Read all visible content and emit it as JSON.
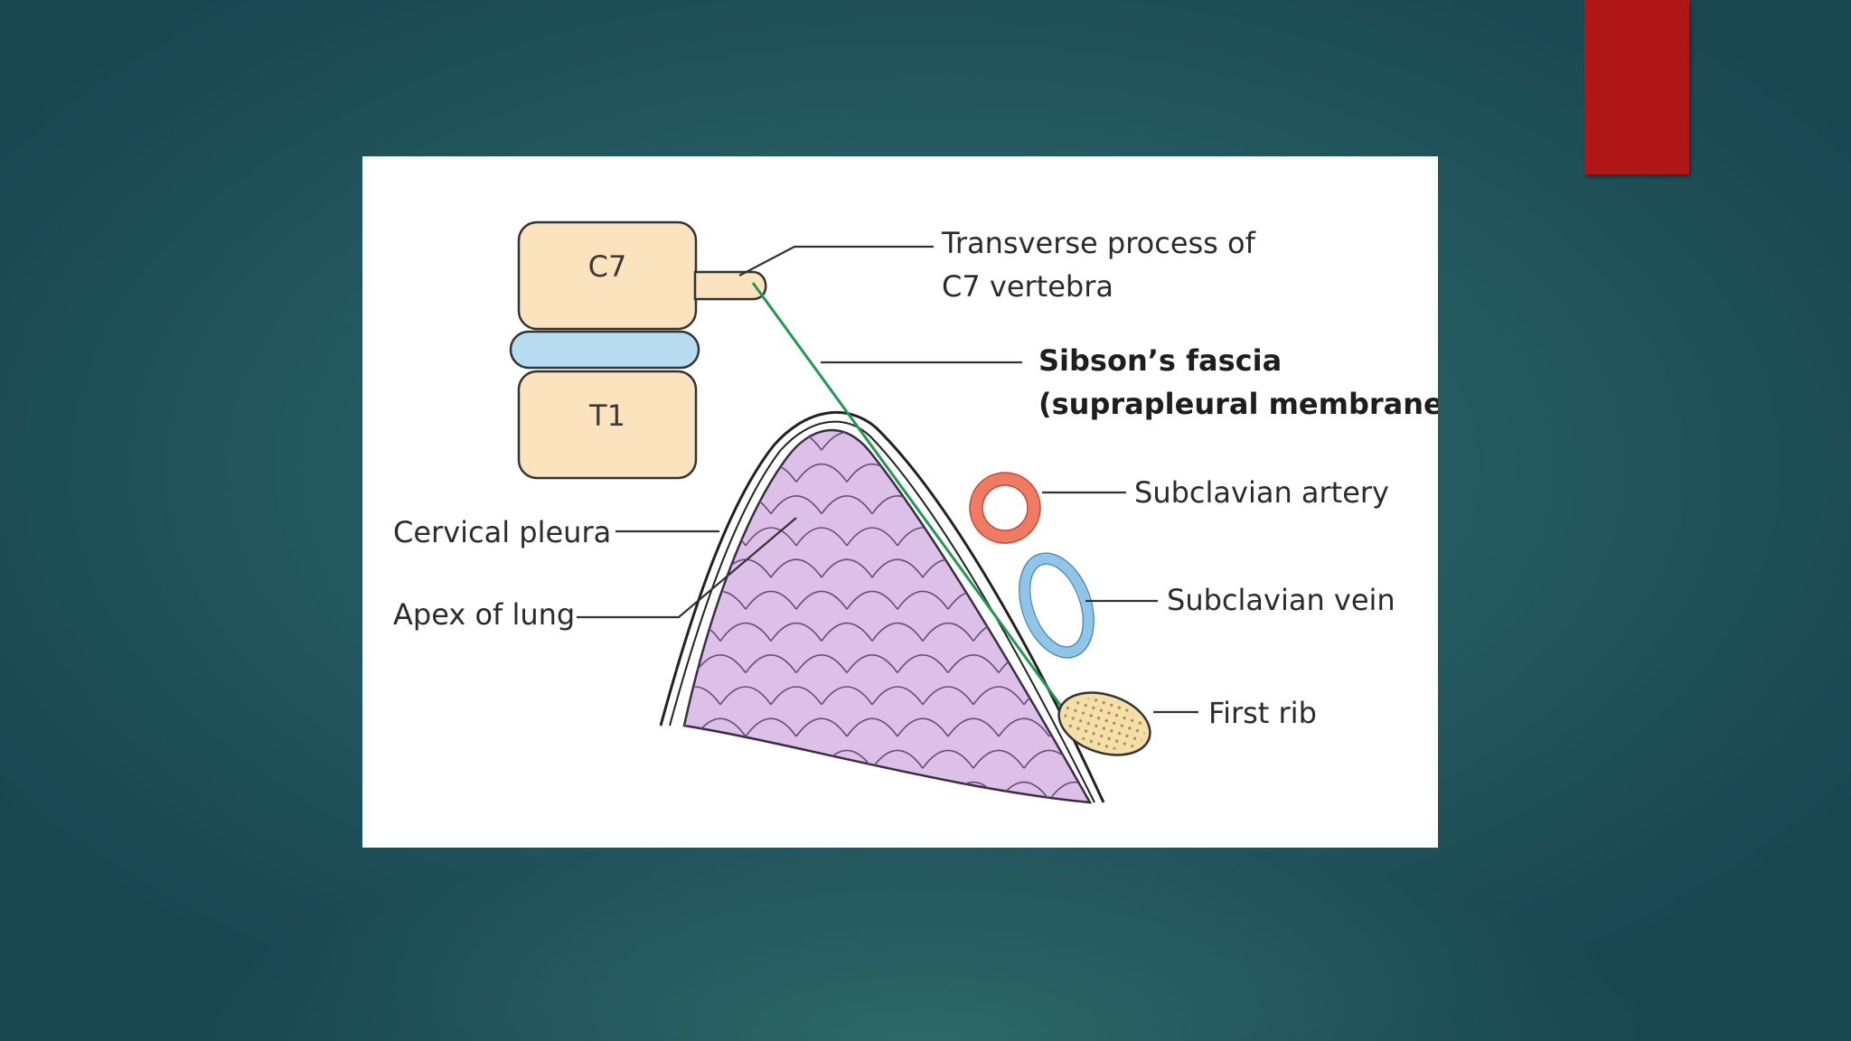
{
  "slide": {
    "accent_color": "#b11616",
    "background_color": "#23585e"
  },
  "diagram": {
    "vertebrae": {
      "upper": "C7",
      "lower": "T1"
    },
    "labels": {
      "transverse_process_line1": "Transverse process of",
      "transverse_process_line2": "C7 vertebra",
      "sibsons_fascia_line1": "Sibson’s fascia",
      "sibsons_fascia_line2": "(suprapleural membrane)",
      "subclavian_artery": "Subclavian artery",
      "subclavian_vein": "Subclavian vein",
      "first_rib": "First rib",
      "cervical_pleura": "Cervical pleura",
      "apex_of_lung": "Apex of lung"
    },
    "colors": {
      "vertebra_fill": "#fbe3bd",
      "disc_fill": "#b5dcf0",
      "lung_fill": "#dcc0e8",
      "lung_cell_stroke": "#6a4a7a",
      "fascia_line": "#1f9a4e",
      "artery": "#f07a62",
      "vein": "#8ec5e8",
      "rib_fill": "#f5dfa8"
    }
  }
}
